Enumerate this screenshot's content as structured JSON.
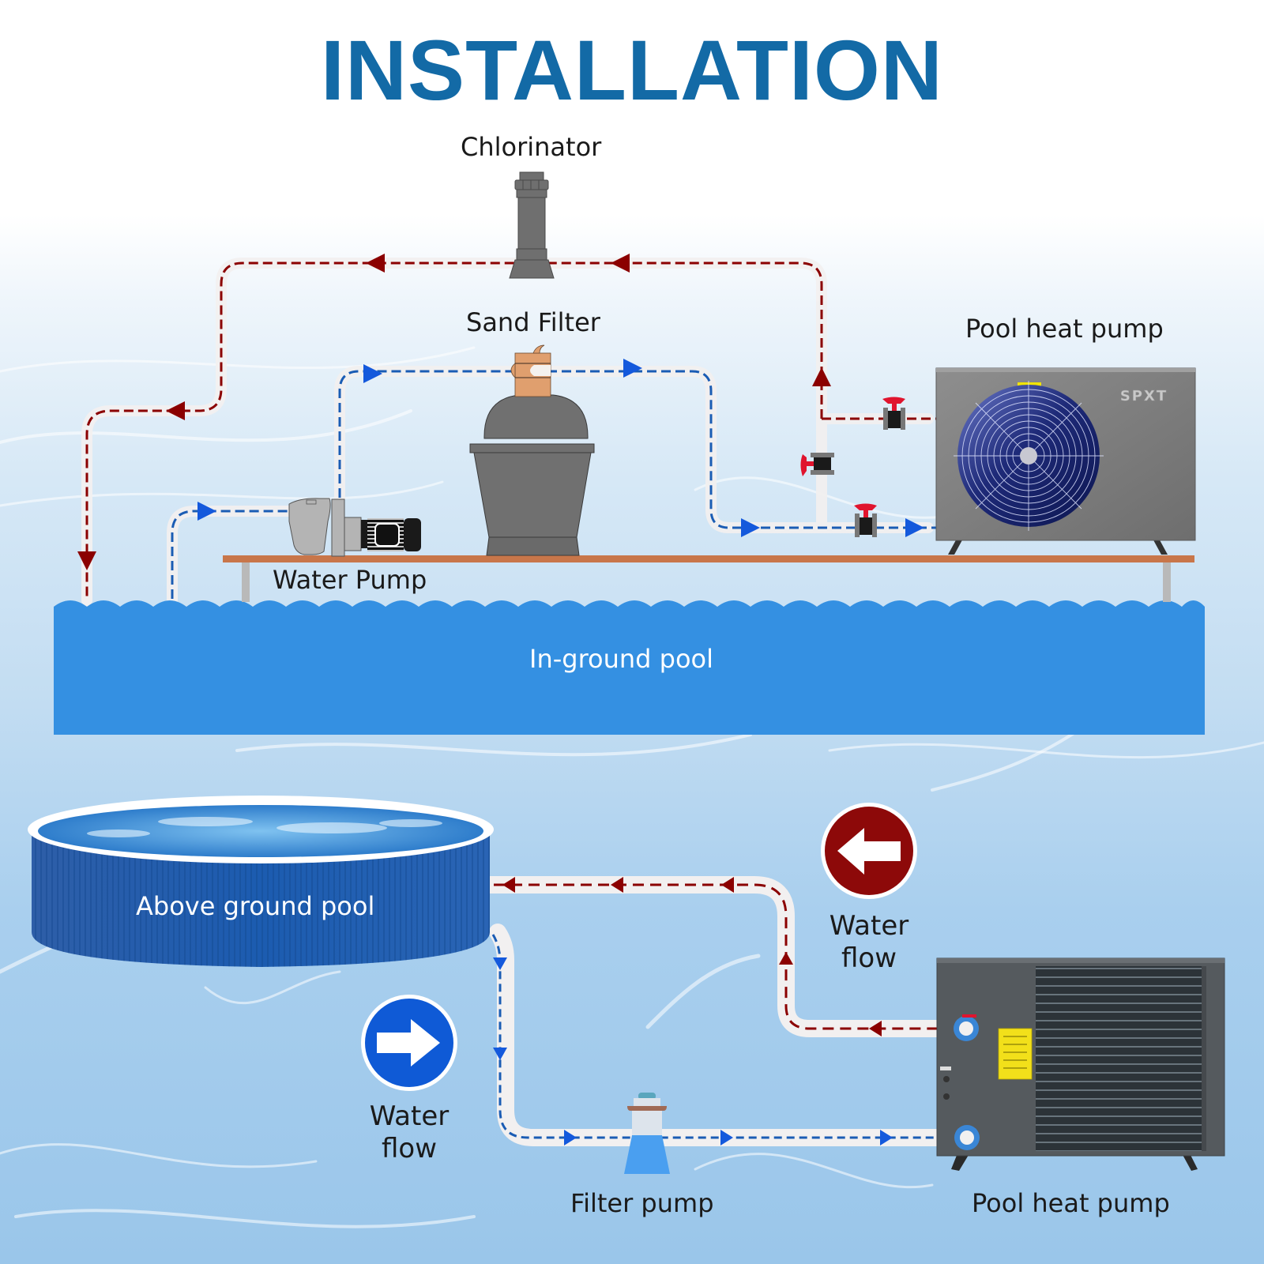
{
  "title": "INSTALLATION",
  "colors": {
    "title": "#136aa6",
    "return_flow": "#8b0000",
    "supply_flow": "#1259d6",
    "pool_blue": "#3490e2",
    "pipe": "#f0eeee",
    "equipment_gray": "#707070",
    "valve_red": "#e0142e",
    "platform": "#c8764a"
  },
  "in_ground_system": {
    "pool_label": "In-ground pool",
    "components": [
      {
        "id": "chlorinator",
        "label": "Chlorinator"
      },
      {
        "id": "sand-filter",
        "label": "Sand Filter"
      },
      {
        "id": "water-pump",
        "label": "Water Pump"
      },
      {
        "id": "pool-heat-pump",
        "label": "Pool heat pump",
        "brand_text": "SPXT"
      }
    ],
    "flow_sequence": [
      "In-ground pool",
      "Water Pump",
      "Sand Filter",
      "Pool heat pump",
      "Chlorinator",
      "In-ground pool"
    ]
  },
  "above_ground_system": {
    "pool_label": "Above ground pool",
    "components": [
      {
        "id": "filter-pump",
        "label": "Filter pump"
      },
      {
        "id": "pool-heat-pump",
        "label": "Pool heat pump"
      }
    ],
    "flow_sequence": [
      "Above ground pool",
      "Filter pump",
      "Pool heat pump",
      "Above ground pool"
    ],
    "legend": [
      {
        "direction": "left",
        "color": "return",
        "label_line1": "Water",
        "label_line2": "flow"
      },
      {
        "direction": "right",
        "color": "supply",
        "label_line1": "Water",
        "label_line2": "flow"
      }
    ]
  }
}
